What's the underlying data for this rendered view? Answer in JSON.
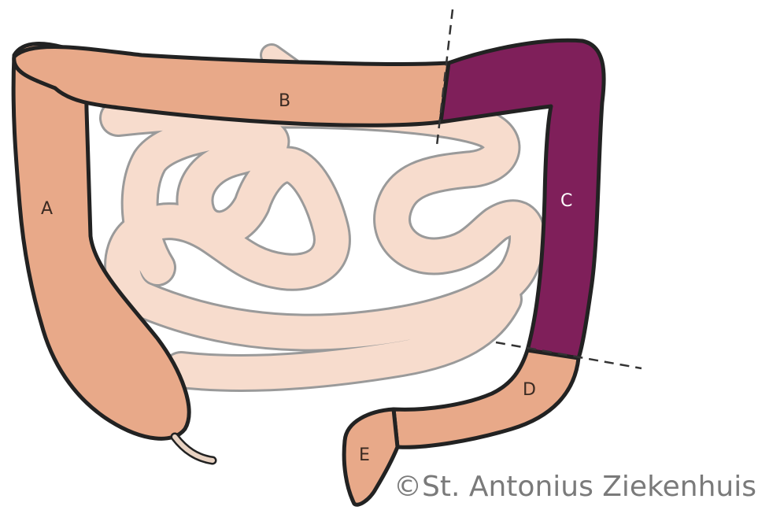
{
  "labels": {
    "a": "A",
    "b": "B",
    "c": "C",
    "d": "D",
    "e": "E"
  },
  "credit": "©St. Antonius Ziekenhuis",
  "colors": {
    "colon": "#e8a989",
    "highlight": "#7f1f5a",
    "small_intestine": "#f7dccd",
    "outline": "#222222",
    "intestine_outline": "#9a9a9a",
    "dashed_line": "#333333"
  }
}
